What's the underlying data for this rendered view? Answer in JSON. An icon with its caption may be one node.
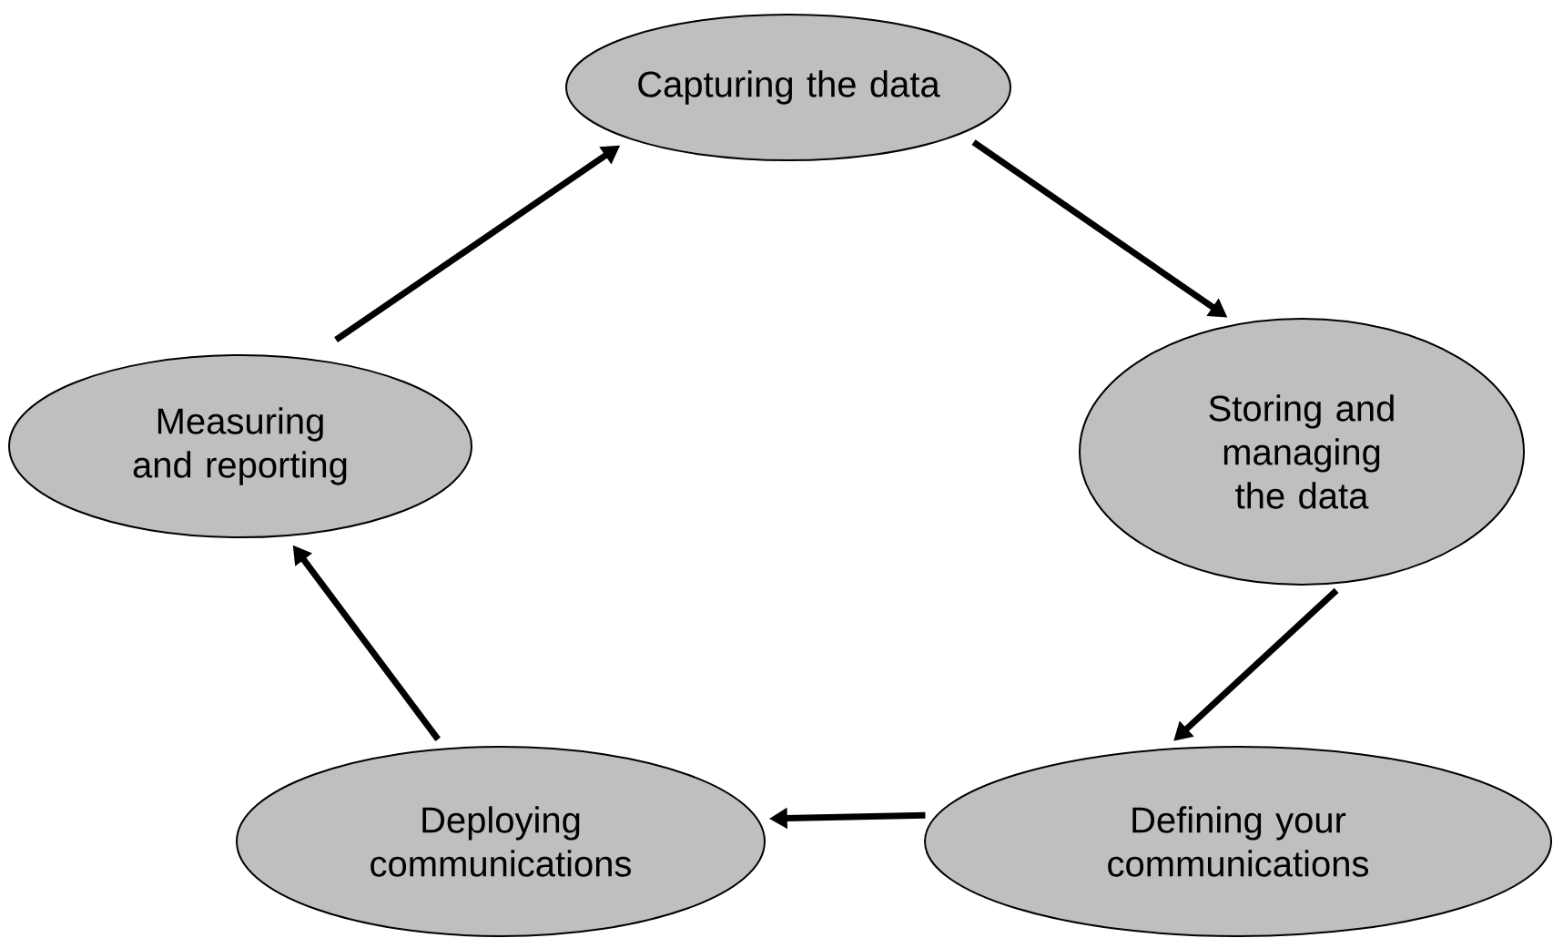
{
  "diagram": {
    "nodes": [
      {
        "text": [
          "Capturing the data"
        ]
      },
      {
        "text": [
          "Storing and managing the data"
        ]
      },
      {
        "text": [
          "Defining your communications"
        ]
      },
      {
        "text": [
          "Deploying communications"
        ]
      },
      {
        "text": [
          "Measuring and reporting"
        ]
      }
    ],
    "edges": [
      {
        "from": 4,
        "to": 0,
        "arrow": "to"
      },
      {
        "from": 0,
        "to": 1,
        "arrow": "to"
      },
      {
        "from": 1,
        "to": 2,
        "arrow": "to"
      },
      {
        "from": 2,
        "to": 3,
        "arrow": "to"
      },
      {
        "from": 3,
        "to": 4,
        "arrow": "to"
      }
    ]
  }
}
